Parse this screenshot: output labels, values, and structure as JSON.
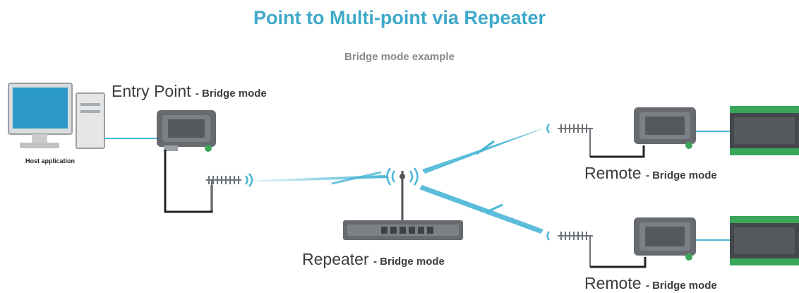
{
  "title": "Point to Multi-point via Repeater",
  "subtitle": "Bridge mode example",
  "colors": {
    "title": "#3fa9c9",
    "link": "#49b6d6",
    "device": "#6b6e72",
    "cable": "#222222"
  },
  "nodes": {
    "host": {
      "label": "Host application"
    },
    "entry": {
      "name": "Entry Point",
      "mode": "- Bridge mode"
    },
    "repeater": {
      "name": "Repeater",
      "mode": "- Bridge mode"
    },
    "remote1": {
      "name": "Remote",
      "mode": "- Bridge mode"
    },
    "remote2": {
      "name": "Remote",
      "mode": "- Bridge mode"
    }
  },
  "icons": [
    "computer-icon",
    "radio-modem-icon",
    "yagi-antenna-icon",
    "omni-antenna-icon",
    "repeater-rack-icon",
    "plc-controller-icon",
    "wireless-link-icon"
  ]
}
